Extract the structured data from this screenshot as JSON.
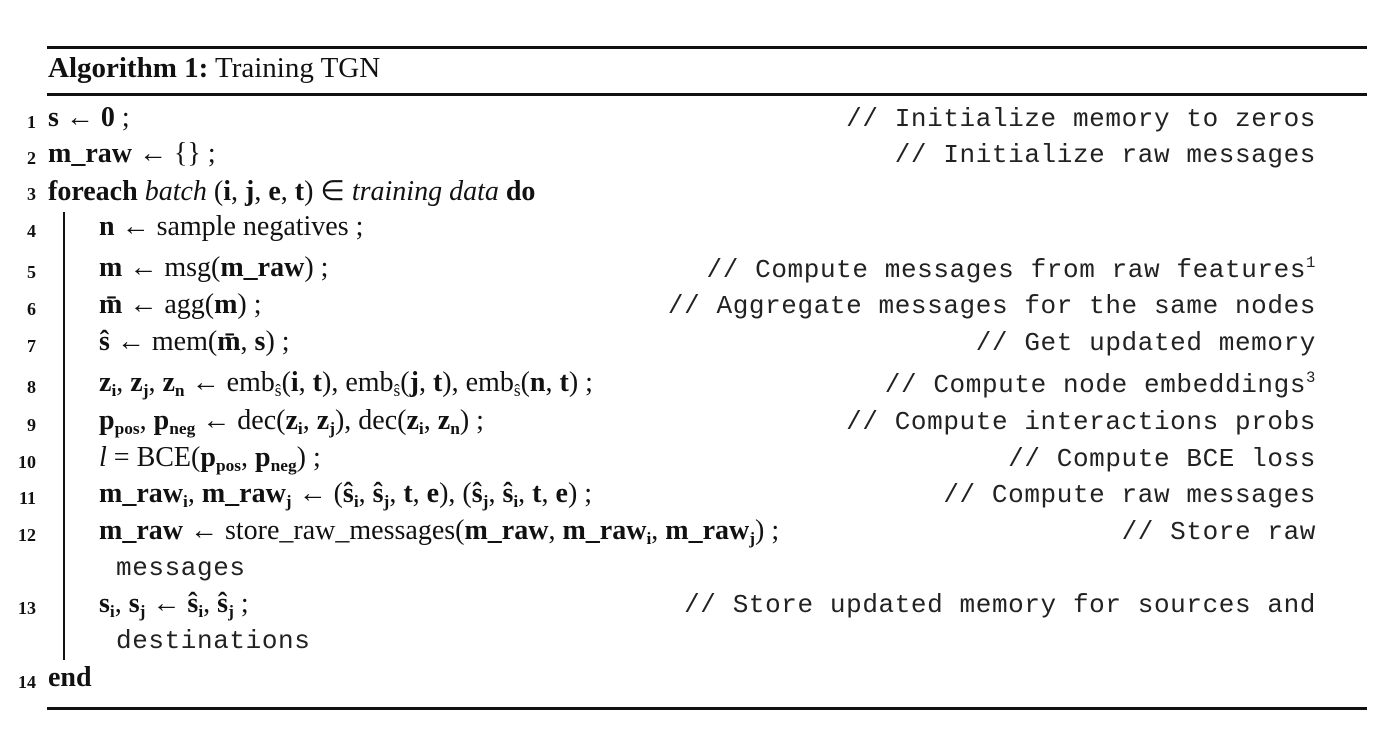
{
  "algorithm": {
    "label": "Algorithm 1:",
    "title": "Training TGN"
  },
  "lines": [
    {
      "num": "1",
      "code": "s ← 0 ;",
      "comment": "// Initialize memory to zeros"
    },
    {
      "num": "2",
      "code": "m_raw ← {} ;",
      "comment": "// Initialize raw messages"
    },
    {
      "num": "3",
      "code": "foreach batch (i, j, e, t) ∈ training data do",
      "comment": ""
    },
    {
      "num": "4",
      "code": "n ← sample negatives ;",
      "comment": ""
    },
    {
      "num": "5",
      "code": "m ← msg(m_raw) ;",
      "comment": "// Compute messages from raw features",
      "comment_sup": "1"
    },
    {
      "num": "6",
      "code": "m̄ ← agg(m) ;",
      "comment": "// Aggregate messages for the same nodes"
    },
    {
      "num": "7",
      "code": "ŝ ← mem(m̄, s) ;",
      "comment": "// Get updated memory"
    },
    {
      "num": "8",
      "code": "z_i, z_j, z_n ← emb_ŝ(i, t), emb_ŝ(j, t), emb_ŝ(n, t) ;",
      "comment": "// Compute node embeddings",
      "comment_sup": "3"
    },
    {
      "num": "9",
      "code": "p_pos, p_neg ← dec(z_i, z_j), dec(z_i, z_n) ;",
      "comment": "// Compute interactions probs"
    },
    {
      "num": "10",
      "code": "l = BCE(p_pos, p_neg) ;",
      "comment": "// Compute BCE loss"
    },
    {
      "num": "11",
      "code": "m_raw_i, m_raw_j ← (ŝ_i, ŝ_j, t, e), (ŝ_j, ŝ_i, t, e) ;",
      "comment": "// Compute raw messages"
    },
    {
      "num": "12",
      "code": "m_raw ← store_raw_messages(m_raw, m_raw_i, m_raw_j) ;",
      "comment": "// Store raw",
      "comment_cont": "messages"
    },
    {
      "num": "13",
      "code": "s_i, s_j ← ŝ_i, ŝ_j ;",
      "comment": "// Store updated memory for sources and",
      "comment_cont": "destinations"
    },
    {
      "num": "14",
      "code": "end",
      "comment": ""
    }
  ],
  "tokens": {
    "foreach": "foreach",
    "batch": "batch",
    "in_data": "training data",
    "do": "do",
    "end": "end",
    "sample_negatives": "sample negatives",
    "store_fn": "store_raw_messages"
  }
}
